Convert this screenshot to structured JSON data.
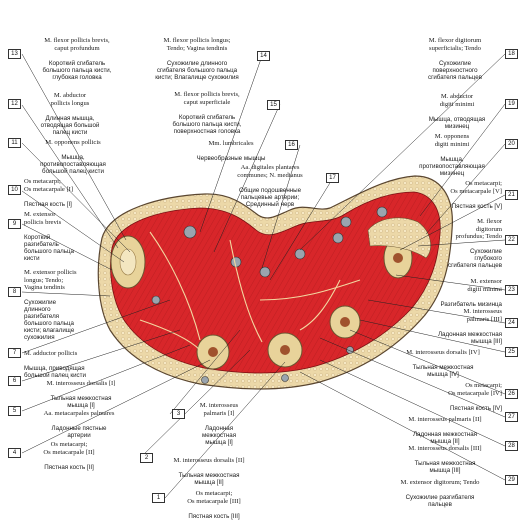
{
  "labels": [
    {
      "n": "13",
      "lat": "M. flexor pollicis brevis,\ncaput profundum",
      "ru": "Короткий сгибатель\nбольшого пальца кисти,\nглубокая головка"
    },
    {
      "n": "12",
      "lat": "M. abductor\npollicis longus",
      "ru": "Длинная мышца,\nотводящая большой\nпалец кисти"
    },
    {
      "n": "11",
      "lat": "M. opponens pollicis",
      "ru": "Мышца,\nпротивопоставляющая\nбольшой палец кисти"
    },
    {
      "n": "10",
      "lat": "Os metacarpi;\nOs metacarpale [I]",
      "ru": "Пястная кость [I]"
    },
    {
      "n": "9",
      "lat": "M. extensor\npollicis brevis",
      "ru": "Короткий\nразгибатель\nбольшого пальца\nкисти"
    },
    {
      "n": "8",
      "lat": "M. extensor pollicis\nlongus; Tendo;\nVagina tendinis",
      "ru": "Сухожилие\nдлинного\nразгибателя\nбольшого пальца\nкисти; влагалище\nсухожилия"
    },
    {
      "n": "7",
      "lat": "M. adductor pollicis",
      "ru": "Мышца, приводящая\nбольшой палец кисти"
    },
    {
      "n": "6",
      "lat": "M. interosseus dorsalis [I]",
      "ru": "Тыльная межкостная\nмышца [I]"
    },
    {
      "n": "5",
      "lat": "Aa. metacarpales palmares",
      "ru": "Ладонные пястные\nартерии"
    },
    {
      "n": "4",
      "lat": "Os metacarpi;\nOs metacarpale [II]",
      "ru": "Пястная кость [II]"
    },
    {
      "n": "14",
      "lat": "M. flexor pollicis longus;\nTendo; Vagina tendinis",
      "ru": "Сухожилие длинного\nсгибателя большого пальца\nкисти; Влагалище сухожилия"
    },
    {
      "n": "15",
      "lat": "M. flexor pollicis brevis,\ncaput superficiale",
      "ru": "Короткий сгибатель\nбольшого пальца кисти,\nповерхностная головка"
    },
    {
      "n": "16",
      "lat": "Mm. lumbricales",
      "ru": "Червеобразные мышцы"
    },
    {
      "n": "17",
      "lat": "Aa. digitales plantares\ncommunes; N. medianus",
      "ru": "Общие подошвенные\nпальцевые артерии;\nСрединный нерв"
    },
    {
      "n": "3",
      "lat": "M. interosseus\npalmaris [I]",
      "ru": "Ладонная\nмежкостная\nмышца [I]"
    },
    {
      "n": "2",
      "lat": "M. interosseus dorsalis [II]",
      "ru": "Тыльная межкостная\nмышца [II]"
    },
    {
      "n": "1",
      "lat": "Os metacarpi;\nOs metacarpale [III]",
      "ru": "Пястная кость [III]"
    },
    {
      "n": "18",
      "lat": "M. flexor digitorum\nsuperficialis; Tendo",
      "ru": "Сухожилие\nповерхностного\nсгибателя пальцев"
    },
    {
      "n": "19",
      "lat": "M. abductor\ndigiti minimi",
      "ru": "Мышца, отводящая\nмизинец"
    },
    {
      "n": "20",
      "lat": "M. opponens\ndigiti minimi",
      "ru": "Мышца,\nпротивопоставляющая\nмизинец"
    },
    {
      "n": "21",
      "lat": "Os metacarpi;\nOs metacarpale [V]",
      "ru": "Пястная кость [V]"
    },
    {
      "n": "22",
      "lat": "M. flexor\ndigitorum\nprofundus; Tendo",
      "ru": "Сухожилие\nглубокого\nсгибателя пальцев"
    },
    {
      "n": "23",
      "lat": "M. extensor\ndigiti minimi",
      "ru": "Разгибатель мизинца"
    },
    {
      "n": "24",
      "lat": "M. interosseus\npalmaris [III]",
      "ru": "Ладонная межкостная\nмышца [III]"
    },
    {
      "n": "25",
      "lat": "M. interosseus dorsalis [IV]",
      "ru": "Тыльная межкостная\nмышца [IV]"
    },
    {
      "n": "26",
      "lat": "Os metacarpi;\nOs metacarpale [IV]",
      "ru": "Пястная кость [IV]"
    },
    {
      "n": "27",
      "lat": "M. interosseus palmaris [II]",
      "ru": "Ладонная межкостная\nмышца [II]"
    },
    {
      "n": "28",
      "lat": "M. interosseus dorsalis [III]",
      "ru": "Тыльная межкостная\nмышца [III]"
    },
    {
      "n": "29",
      "lat": "M. extensor digitorum; Tendo",
      "ru": "Сухожилие разгибателя\nпальцев"
    }
  ],
  "colors": {
    "muscle": "#d8262a",
    "muscle_dark": "#a8191c",
    "fat": "#ecd8a8",
    "bone": "#e8d39a",
    "skin": "#f1e3c4",
    "line": "#222222"
  }
}
